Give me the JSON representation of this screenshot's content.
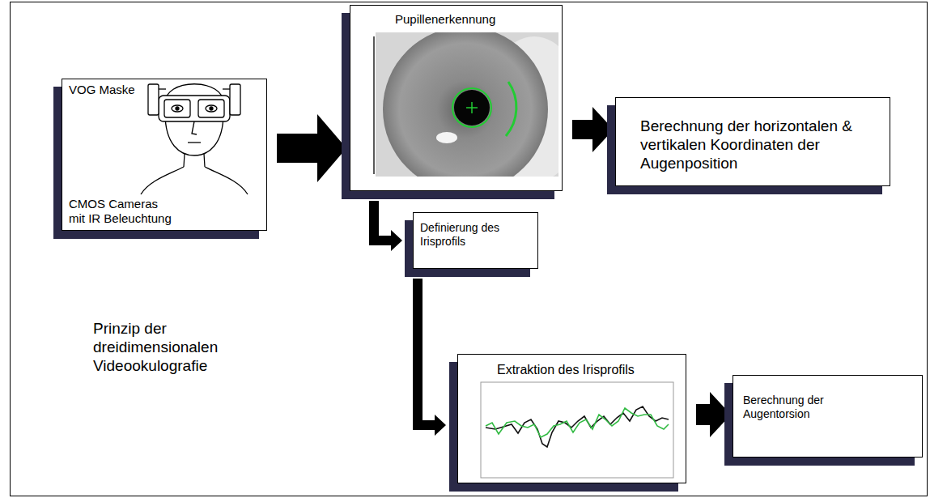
{
  "diagram": {
    "nodes": [
      {
        "text": [
          "VOG Maske",
          "CMOS Cameras mit IR Beleuchtung"
        ]
      },
      {
        "text": [
          "Pupillenerkennung"
        ]
      },
      {
        "text": [
          "Berechnung der horizontalen & vertikalen Koordinaten der Augenposition"
        ]
      },
      {
        "text": [
          "Definierung des Irisprofils"
        ]
      },
      {
        "text": [
          "Extraktion des Irisprofils"
        ]
      },
      {
        "text": [
          "Berechnung der Augentorsion"
        ]
      }
    ],
    "edges": [
      {
        "from": 0,
        "to": 1,
        "arrow": "to"
      },
      {
        "from": 1,
        "to": 2,
        "arrow": "to"
      },
      {
        "from": 1,
        "to": 3,
        "arrow": "to"
      },
      {
        "from": 3,
        "to": 4,
        "arrow": "to"
      },
      {
        "from": 4,
        "to": 5,
        "arrow": "to"
      }
    ],
    "labels": [
      "Prinzip der dreidimensionalen Videookulografie"
    ]
  }
}
